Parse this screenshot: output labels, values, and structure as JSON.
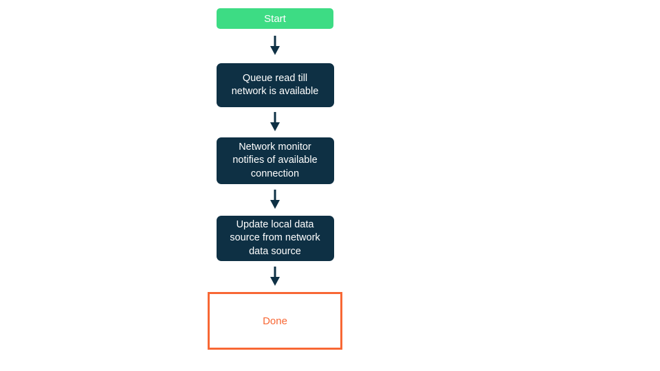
{
  "diagram": {
    "type": "flowchart",
    "direction": "top-down",
    "nodes": [
      {
        "id": "start",
        "label": "Start",
        "shape": "rounded-rect",
        "role": "start"
      },
      {
        "id": "queue-read",
        "label": "Queue read till\nnetwork is available",
        "shape": "rounded-rect",
        "role": "process"
      },
      {
        "id": "network-monitor",
        "label": "Network monitor\nnotifies of available\nconnection",
        "shape": "rounded-rect",
        "role": "process"
      },
      {
        "id": "update-local",
        "label": "Update local data\nsource from network\ndata source",
        "shape": "rounded-rect",
        "role": "process"
      },
      {
        "id": "done",
        "label": "Done",
        "shape": "rect-outlined",
        "role": "end"
      }
    ],
    "edges": [
      {
        "from": "start",
        "to": "queue-read"
      },
      {
        "from": "queue-read",
        "to": "network-monitor"
      },
      {
        "from": "network-monitor",
        "to": "update-local"
      },
      {
        "from": "update-local",
        "to": "done"
      }
    ],
    "colors": {
      "start_bg": "#3ddc84",
      "start_text": "#ffffff",
      "process_bg": "#0e3044",
      "process_text": "#ffffff",
      "arrow": "#0e3044",
      "done_border": "#f86734",
      "done_text": "#f86734",
      "background": "#ffffff"
    }
  }
}
